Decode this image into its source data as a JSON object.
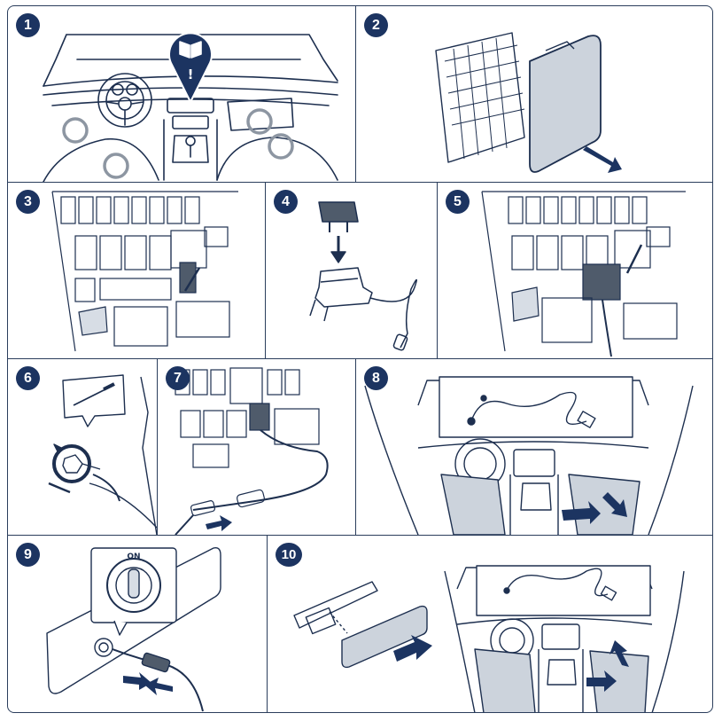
{
  "steps": [
    {
      "number": "1"
    },
    {
      "number": "2"
    },
    {
      "number": "3"
    },
    {
      "number": "4"
    },
    {
      "number": "5"
    },
    {
      "number": "6"
    },
    {
      "number": "7"
    },
    {
      "number": "8"
    },
    {
      "number": "9"
    },
    {
      "number": "10"
    }
  ],
  "labels": {
    "ignition_on": "ON",
    "manual_marker": "!"
  },
  "colors": {
    "outline": "#1d2f4f",
    "badge": "#1c3461",
    "panel_fill": "#ccd3dc",
    "highlight_fill": "#d7dde5",
    "dark_fill": "#4f5b6b",
    "circle_marker": "#8d96a2"
  },
  "icons": [
    "book-icon",
    "arrow-icon",
    "fuse-icon",
    "screw-icon",
    "key-icon"
  ]
}
